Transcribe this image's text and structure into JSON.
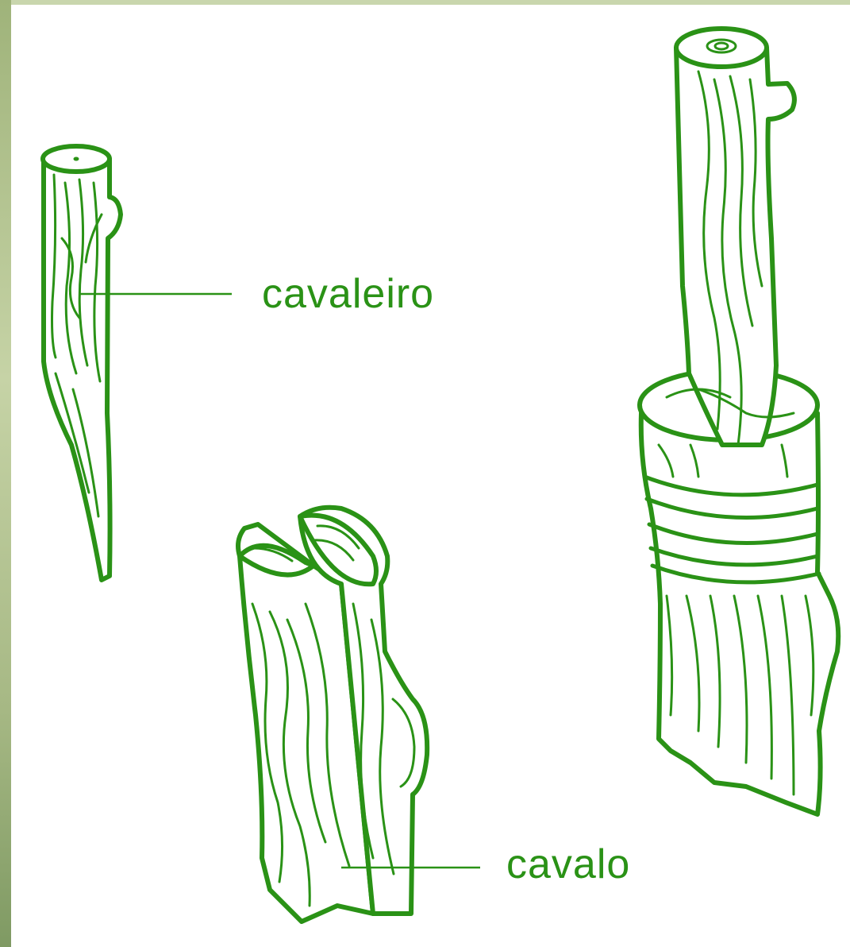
{
  "diagram": {
    "labels": {
      "scion": "cavaleiro",
      "rootstock": "cavalo"
    },
    "colors": {
      "ink": "#2a9216",
      "background": "#ffffff"
    },
    "figures": [
      "scion-cutting",
      "split-rootstock",
      "grafted-tied-stem"
    ]
  }
}
